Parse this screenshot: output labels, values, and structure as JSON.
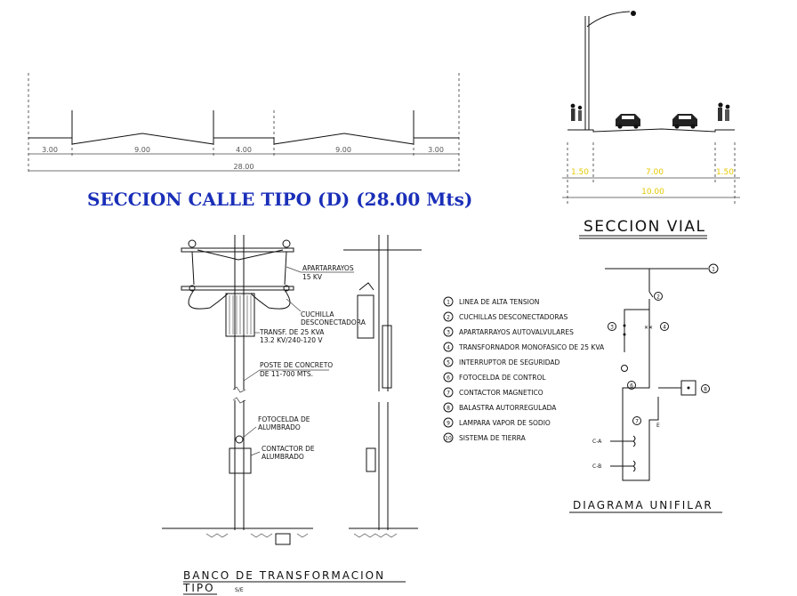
{
  "street_section": {
    "title": "SECCION CALLE TIPO  (D)  (28.00 Mts)",
    "dims": [
      "3.00",
      "9.00",
      "4.00",
      "9.00",
      "3.00"
    ],
    "total": "28.00"
  },
  "road_section": {
    "title": "SECCION VIAL",
    "dims": [
      "1.50",
      "7.00",
      "1.50"
    ],
    "total": "10.00",
    "accent_color": "#e6c800"
  },
  "transformer_bank": {
    "title_line1": "BANCO  DE  TRANSFORMACION",
    "title_line2": "TIPO",
    "scale": "S/E",
    "labels": {
      "surge1": "APARTARRAYOS",
      "surge2": "15 KV",
      "knife1": "CUCHILLA",
      "knife2": "DESCONECTADORA",
      "transf1": "TRANSF. DE 25 KVA",
      "transf2": "13.2 KV/240-120 V",
      "post1": "POSTE DE CONCRETO",
      "post2": "DE 11-700 MTS.",
      "photo1": "FOTOCELDA DE",
      "photo2": "ALUMBRADO",
      "contactor1": "CONTACTOR DE",
      "contactor2": "ALUMBRADO"
    }
  },
  "legend": [
    {
      "num": "1",
      "text": "LINEA DE ALTA TENSION"
    },
    {
      "num": "2",
      "text": "CUCHILLAS DESCONECTADORAS"
    },
    {
      "num": "3",
      "text": "APARTARRAYOS AUTOVALVULARES"
    },
    {
      "num": "4",
      "text": "TRANSFORNADOR  MONOFASICO DE 25 KVA"
    },
    {
      "num": "5",
      "text": "INTERRUPTOR DE SEGURIDAD"
    },
    {
      "num": "6",
      "text": "FOTOCELDA DE CONTROL"
    },
    {
      "num": "7",
      "text": "CONTACTOR MAGNETICO"
    },
    {
      "num": "8",
      "text": "BALASTRA AUTORREGULADA"
    },
    {
      "num": "9",
      "text": "LAMPARA VAPOR DE SODIO"
    },
    {
      "num": "10",
      "text": "SISTEMA DE TIERRA"
    }
  ],
  "single_line": {
    "title": "DIAGRAMA  UNIFILAR",
    "marks": [
      "1",
      "2",
      "3",
      "4",
      "5",
      "6",
      "7",
      "8"
    ],
    "ca": "C-A",
    "cb": "C-B",
    "sw": "E"
  }
}
